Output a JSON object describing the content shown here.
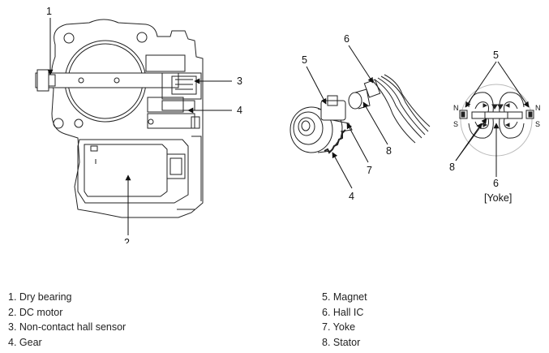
{
  "callouts": {
    "throttle": {
      "c1": "1",
      "c2": "2",
      "c3": "3",
      "c4": "4"
    },
    "sensor": {
      "c5": "5",
      "c6": "6",
      "c7": "7",
      "c8": "8",
      "c4": "4"
    },
    "yoke": {
      "c5": "5",
      "c6": "6",
      "c8": "8",
      "caption": "[Yoke]",
      "n_left": "N",
      "s_left": "S",
      "n_right": "N",
      "s_right": "S"
    }
  },
  "legend": {
    "left": [
      "1. Dry bearing",
      "2. DC motor",
      "3. Non-contact hall sensor",
      "4. Gear"
    ],
    "right": [
      "5. Magnet",
      "6. Hall IC",
      "7. Yoke",
      "8. Stator"
    ]
  }
}
